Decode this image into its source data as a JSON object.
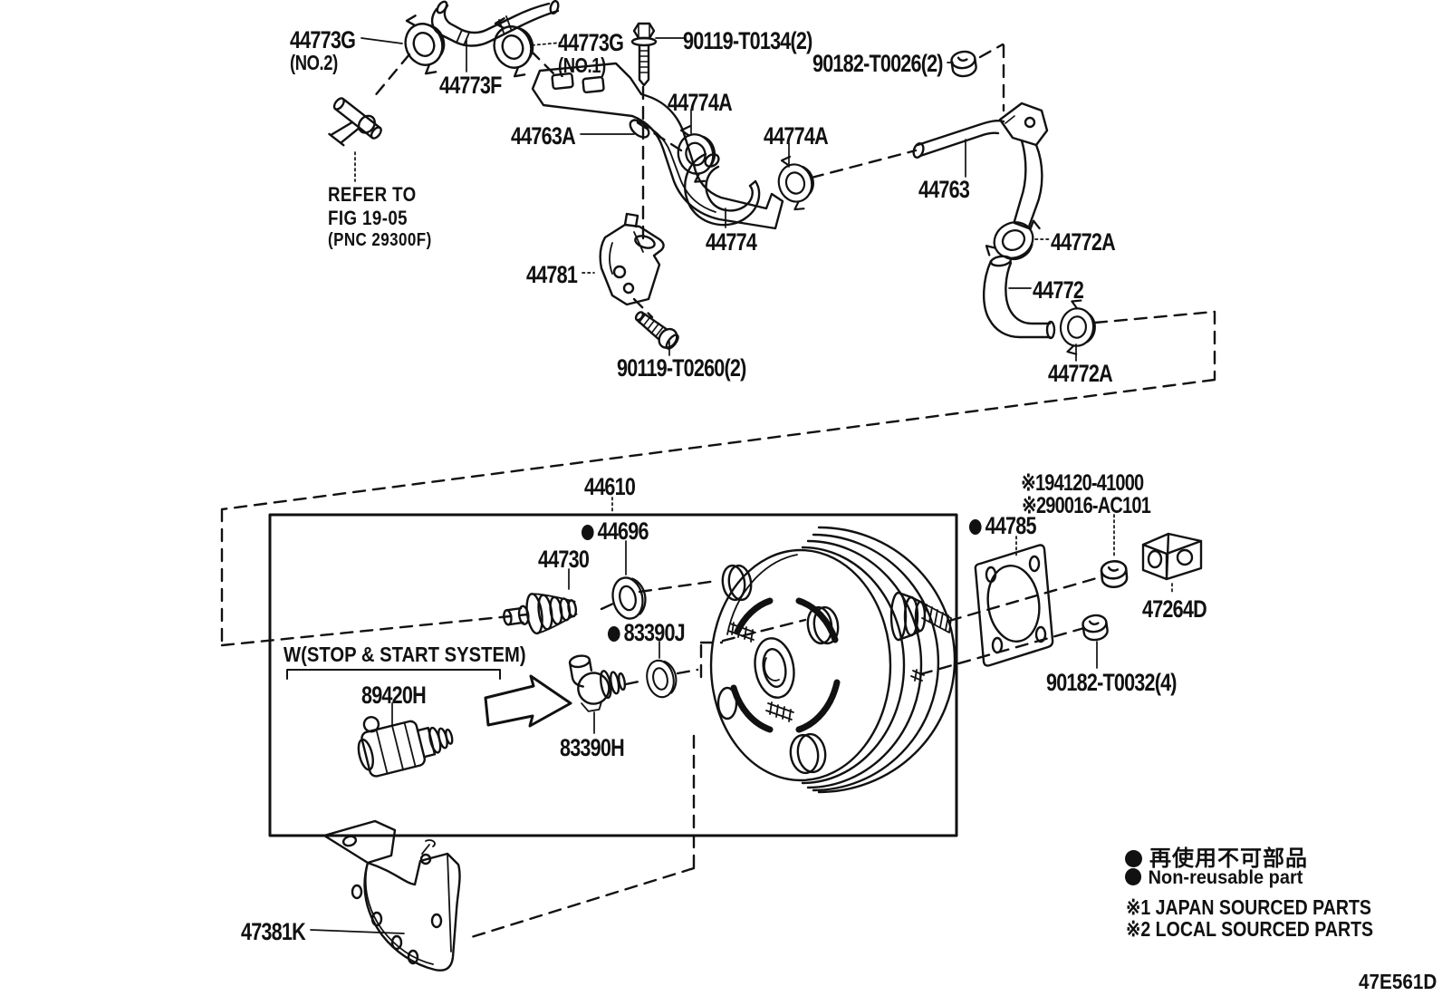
{
  "diagram": {
    "code": "47E561D",
    "stop_start_note": "W(STOP & START SYSTEM)",
    "refer": {
      "line1": "REFER TO",
      "line2": "FIG 19-05",
      "line3": "(PNC 29300F)"
    },
    "labels": {
      "l44773g_no2": {
        "number": "44773G",
        "variant": "(NO.2)"
      },
      "l44773f": {
        "number": "44773F"
      },
      "l44773g_no1": {
        "number": "44773G",
        "variant": "(NO.1)"
      },
      "l90119_t0134": {
        "number": "90119-T0134(2)"
      },
      "l90182_t0026": {
        "number": "90182-T0026(2)"
      },
      "l44774a_1": {
        "number": "44774A"
      },
      "l44774a_2": {
        "number": "44774A"
      },
      "l44763a": {
        "number": "44763A"
      },
      "l44763": {
        "number": "44763"
      },
      "l44774": {
        "number": "44774"
      },
      "l44781": {
        "number": "44781"
      },
      "l90119_t0260": {
        "number": "90119-T0260(2)"
      },
      "l44772a_upper": {
        "number": "44772A"
      },
      "l44772": {
        "number": "44772"
      },
      "l44772a_lower": {
        "number": "44772A"
      },
      "l44610": {
        "number": "44610"
      },
      "l44696": {
        "number": "44696",
        "marker": "non-reusable"
      },
      "l44730": {
        "number": "44730"
      },
      "l83390j": {
        "number": "83390J",
        "marker": "non-reusable"
      },
      "l89420h": {
        "number": "89420H"
      },
      "l83390h": {
        "number": "83390H"
      },
      "l44785": {
        "number": "44785",
        "marker": "non-reusable"
      },
      "l94120": {
        "prefix": "※1",
        "number": "94120-41000"
      },
      "l90016": {
        "prefix": "※2",
        "number": "90016-AC101"
      },
      "l47264d": {
        "number": "47264D"
      },
      "l90182_t0032": {
        "number": "90182-T0032(4)"
      },
      "l47381k": {
        "number": "47381K"
      }
    },
    "legend": {
      "non_reusable_jp": "再使用不可部品",
      "non_reusable_en": "Non-reusable part",
      "source_note_1": "※1 JAPAN SOURCED PARTS",
      "source_note_2": "※2 LOCAL SOURCED PARTS"
    }
  }
}
